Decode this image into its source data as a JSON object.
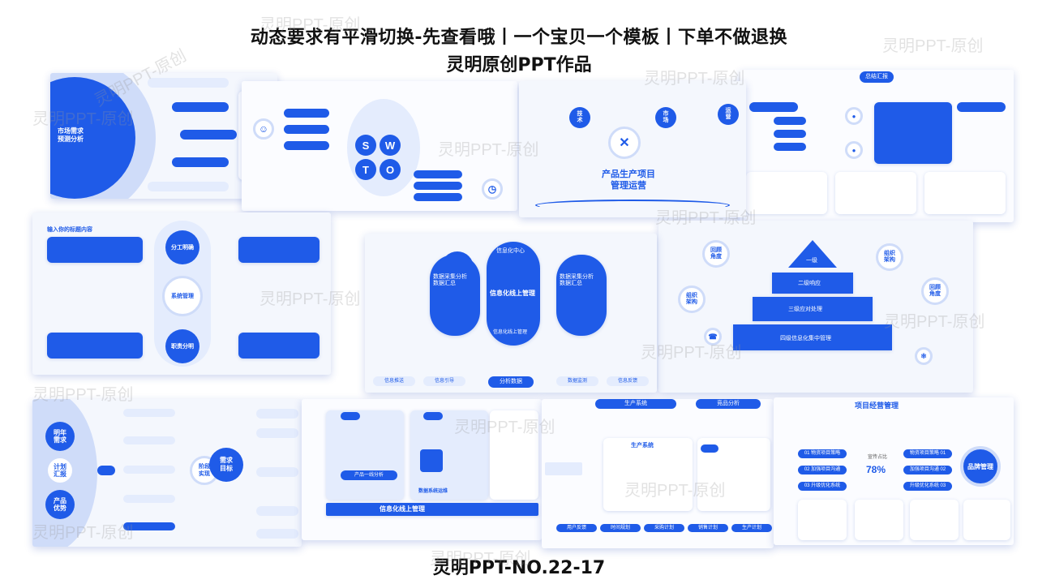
{
  "header": {
    "line1": "动态要求有平滑切换-先查看哦丨一个宝贝一个模板丨下单不做退换",
    "line2": "灵明原创PPT作品"
  },
  "footer": "灵明PPT-NO.22-17",
  "watermark": "灵明PPT-原创",
  "colors": {
    "accent": "#1f5be8",
    "light": "#e4ecfd",
    "bg": "#f4f7fd"
  },
  "slides": {
    "s1": {
      "center": "市场需求\n预测分析"
    },
    "s2": {
      "letters": [
        "S",
        "W",
        "T",
        "O"
      ]
    },
    "s3": {
      "title": "产品生产项目\n管理运营",
      "tags": [
        "技\n术",
        "市\n场",
        "运\n营"
      ]
    },
    "s4": {
      "title": "总结汇报"
    },
    "s5": {
      "nodes": [
        "分工明确",
        "系统管理",
        "职责分明"
      ],
      "heading": "输入你的标题内容"
    },
    "s6": {
      "center_top": "信息化中心",
      "center_mid": "信息化线上管理",
      "center_bot": "信息化线上管理",
      "left": "数据采集分析\n数据汇总",
      "right": "数据采集分析\n数据汇总",
      "bottom": "分析数据",
      "bottom_items": [
        "信息推送",
        "信息引导",
        "数据监测",
        "信息反馈"
      ]
    },
    "s7": {
      "levels": [
        "一级",
        "二级响应",
        "三级应对处理",
        "四级信息化集中管理"
      ],
      "left_top": "组织\n架构",
      "right_top": "组织\n架构",
      "r1": "回顾\n角度",
      "r2": "回顾\n角度"
    },
    "s8": {
      "left_nodes": [
        "明年\n需求",
        "计划\n汇报",
        "产品\n优势"
      ],
      "mid": "阶段\n实现",
      "right": "需求\n目标"
    },
    "s9": {
      "title": "信息化线上管理",
      "sub": "产品一线分析",
      "box2": "数据系统运维"
    },
    "s10": {
      "top": [
        "生产系统",
        "竞品分析"
      ],
      "mid": "生产系统",
      "bottom": [
        "用户反馈",
        "时间规划",
        "采购计划",
        "销售计划",
        "生产计划"
      ]
    },
    "s11": {
      "title": "项目经营管理",
      "center": "品牌管理",
      "pct": "78%",
      "pct_label": "宣传占比",
      "left_items": [
        "01 物资项目策略",
        "02 加强项目沟通",
        "03 升级优化系统"
      ],
      "right_items": [
        "物资项目策略 01",
        "加强项目沟通 02",
        "升级优化系统 03"
      ]
    }
  }
}
